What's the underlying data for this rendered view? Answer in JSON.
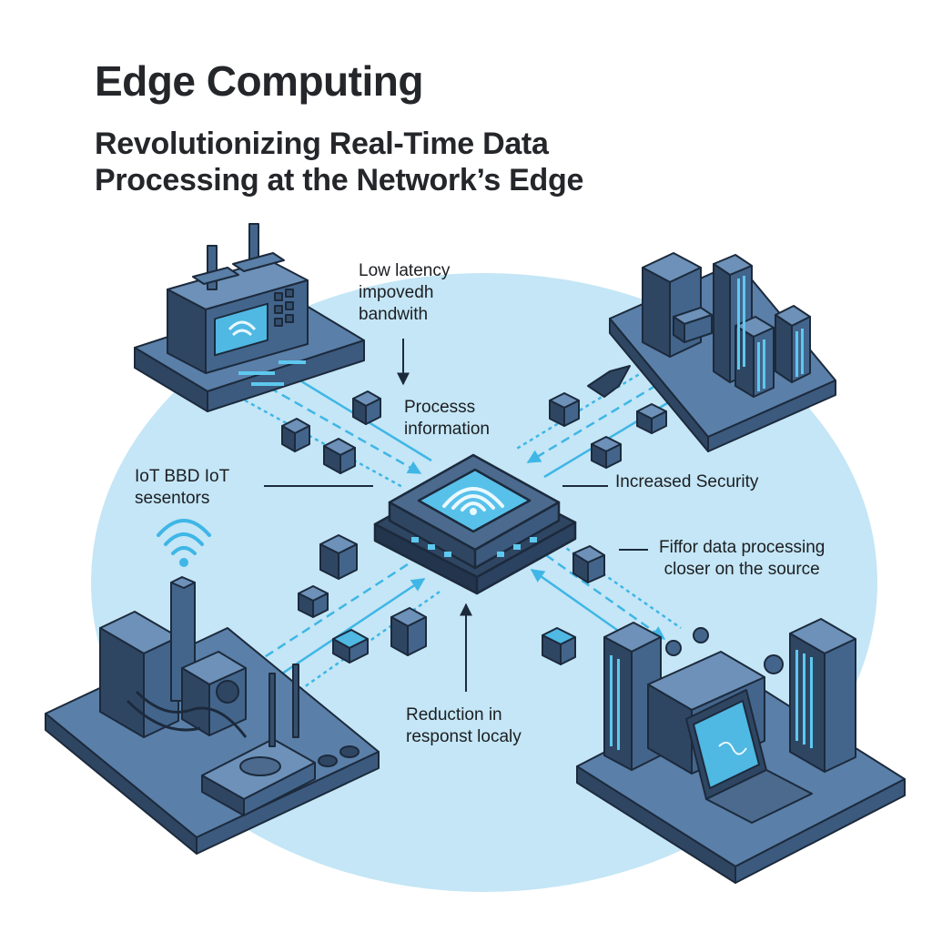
{
  "title": "Edge Computing",
  "subtitle_line1": "Revolutionizing Real-Time Data",
  "subtitle_line2": "Processing at the Network’s Edge",
  "callouts": {
    "latency": "Low latency\nimpovedh\nbandwith",
    "process": "Processs\ninformation",
    "iot": "IoT BBD IoT\nsesentors",
    "security": "Increased Security",
    "fifor": "Fiffor data processing\ncloser on the source",
    "reduction": "Reduction in\nresponst localy"
  },
  "colors": {
    "accent": "#5ec8ee",
    "dark_blue": "#35506e",
    "mid_blue": "#4b6a8e",
    "light_blue_field": "#c4e6f6",
    "outline": "#1c2a3c"
  },
  "icons": [
    "wifi-icon",
    "factory-icon",
    "city-icon",
    "edge-server-icon",
    "laptop-icon",
    "router-icon",
    "cell-tower-icon"
  ]
}
